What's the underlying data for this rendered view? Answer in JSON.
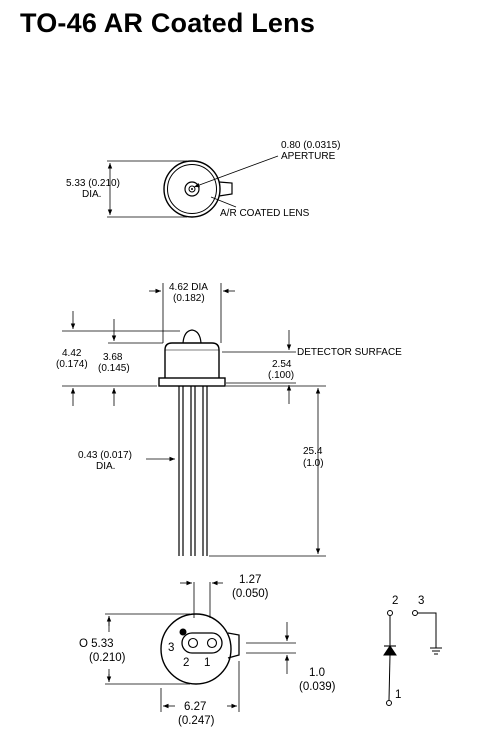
{
  "title": "TO-46 AR Coated Lens",
  "top_view": {
    "aperture_value": "0.80 (0.0315)",
    "aperture_label": "APERTURE",
    "diameter_value": "5.33 (0.210)",
    "diameter_unit": "DIA.",
    "lens_label": "A/R COATED LENS"
  },
  "side_view": {
    "cap_dia_value": "4.62 DIA",
    "cap_dia_inch": "(0.182)",
    "height_total_mm": "4.42",
    "height_total_in": "(0.174)",
    "height_cap_mm": "3.68",
    "height_cap_in": "(0.145)",
    "detector_label": "DETECTOR SURFACE",
    "detector_mm": "2.54",
    "detector_in": "(.100)",
    "lead_dia_value": "0.43 (0.017)",
    "lead_dia_unit": "DIA.",
    "lead_len_mm": "25.4",
    "lead_len_in": "(1.0)"
  },
  "bottom_view": {
    "tab_mm": "1.27",
    "tab_in": "(0.050)",
    "dia_mm": "O 5.33",
    "dia_in": "(0.210)",
    "pin_offset_mm": "1.0",
    "pin_offset_in": "(0.039)",
    "width_mm": "6.27",
    "width_in": "(0.247)",
    "pin_1": "1",
    "pin_2": "2",
    "pin_3": "3"
  },
  "schematic": {
    "pin_1": "1",
    "pin_2": "2",
    "pin_3": "3"
  }
}
